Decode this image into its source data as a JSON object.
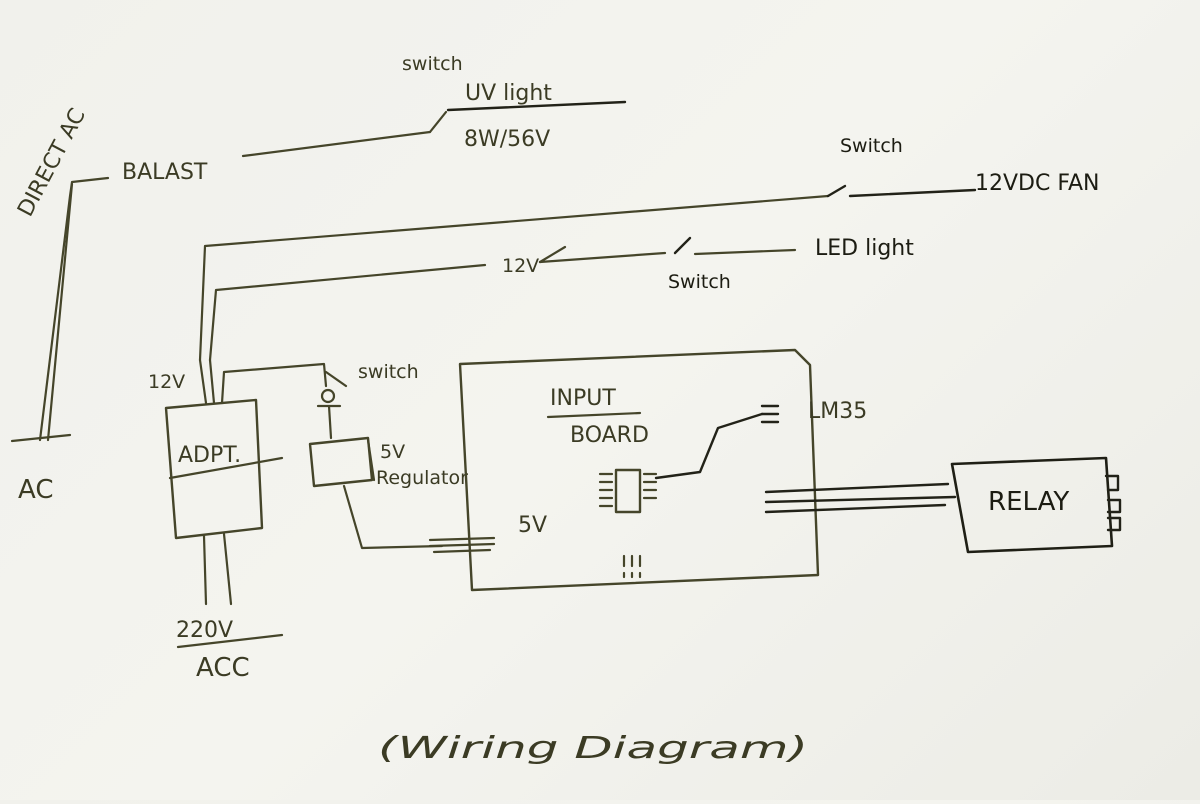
{
  "diagram": {
    "title": "(Wiring Diagram)",
    "colors": {
      "paper": "#f2f2ed",
      "ink_pencil": "#45452a",
      "ink_pen": "#1f1f15"
    },
    "labels": {
      "direct_ac": "DIRECT AC",
      "ballast": "BALAST",
      "ac_bottom_left": "AC",
      "uv_switch": "switch",
      "uv_light": "UV light",
      "uv_rating": "8W/56V",
      "fan_switch": "Switch",
      "fan": "12VDC FAN",
      "led_supply": "12V",
      "led_switch": "Switch",
      "led_light": "LED light",
      "adapter_12v": "12V",
      "adapter": "ADPT.",
      "mains": "220V",
      "mains_ac": "ACC",
      "reg_switch": "switch",
      "regulator_voltage": "5V",
      "regulator": "Regulator",
      "board_line1": "INPUT",
      "board_line2": "BOARD",
      "board_5v": "5V",
      "sensor": "LM35",
      "relay": "RELAY"
    },
    "components": [
      {
        "id": "ballast",
        "label": "BALAST",
        "feeds": "UV light 8W/56V via switch"
      },
      {
        "id": "adapter",
        "label": "ADPT.",
        "input": "220V AC",
        "output": "12V"
      },
      {
        "id": "fan",
        "label": "12VDC FAN",
        "via": "Switch"
      },
      {
        "id": "led",
        "label": "LED light",
        "via": "Switch",
        "supply": "12V"
      },
      {
        "id": "regulator",
        "label": "5V Regulator",
        "via": "switch"
      },
      {
        "id": "input_board",
        "label": "INPUT BOARD",
        "supply": "5V"
      },
      {
        "id": "sensor",
        "label": "LM35",
        "connected_to": "INPUT BOARD IC"
      },
      {
        "id": "relay",
        "label": "RELAY",
        "connected_to": "INPUT BOARD"
      }
    ]
  }
}
